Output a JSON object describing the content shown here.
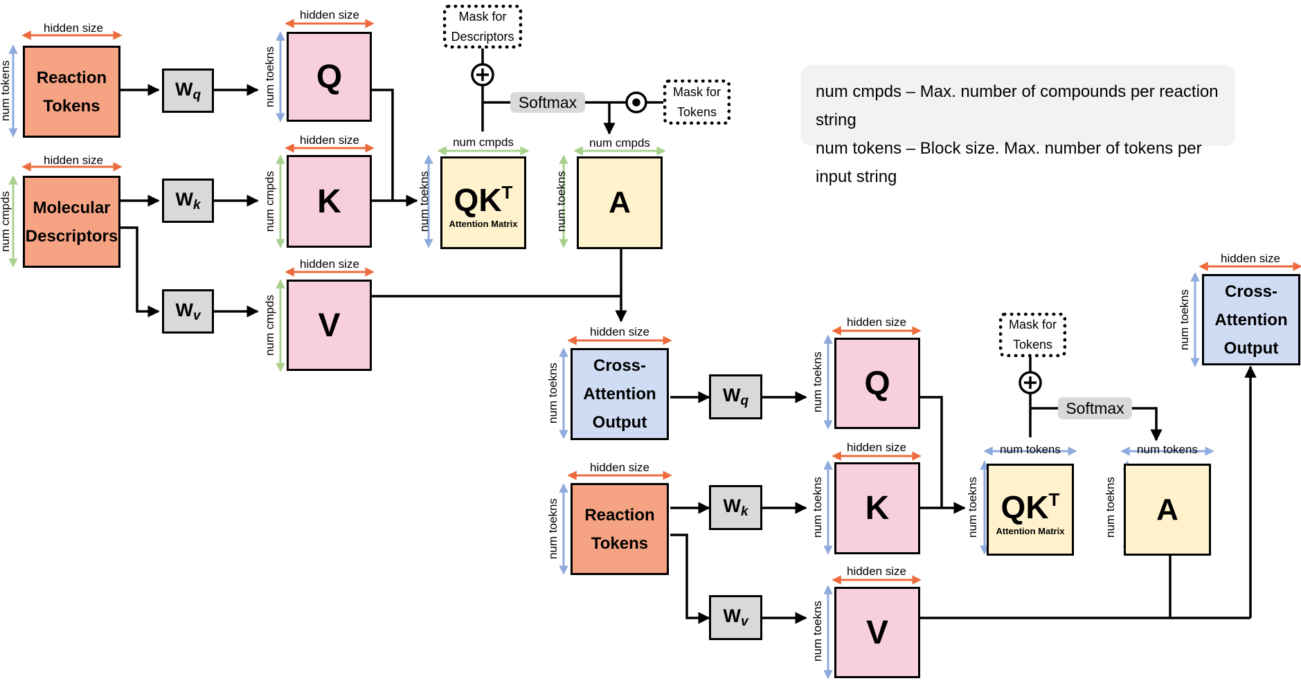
{
  "labels": {
    "hidden_size": "hidden size",
    "num_tokens": "num tokens",
    "num_cmpds": "num cmpds",
    "num_toekns": "num toekns",
    "num_toekns_alt": "num toekns",
    "num_tokens_alt": "num tokens"
  },
  "nodes": {
    "reaction_tokens": [
      "Reaction",
      "Tokens"
    ],
    "molecular_descriptors": [
      "Molecular",
      "Descriptors"
    ],
    "cross_attention_output": [
      "Cross-",
      "Attention",
      "Output"
    ],
    "W": "W",
    "w_q": "q",
    "w_k": "k",
    "w_v": "v",
    "Q": "Q",
    "K": "K",
    "V": "V",
    "A": "A",
    "QK": "QK",
    "QK_sup": "T",
    "attention_matrix": "Attention Matrix"
  },
  "mask_descriptors": [
    "Mask for",
    "Descriptors"
  ],
  "mask_tokens": [
    "Mask for",
    "Tokens"
  ],
  "softmax": "Softmax",
  "legend": {
    "line1": "num cmpds – Max. number of compounds per reaction string",
    "line2": "num tokens – Block size. Max. number of tokens per input string"
  },
  "colors": {
    "orange_box": "#f5a383",
    "pink_box": "#f8cfdf",
    "yellow_box": "#fff2cc",
    "blue_box": "#cfdcf3",
    "gray_box": "#d9d9d9",
    "hidden_size_arrow": "#ed6b3c",
    "num_tokens_arrow": "#8faadc",
    "num_cmpds_arrow": "#a9d18e"
  }
}
